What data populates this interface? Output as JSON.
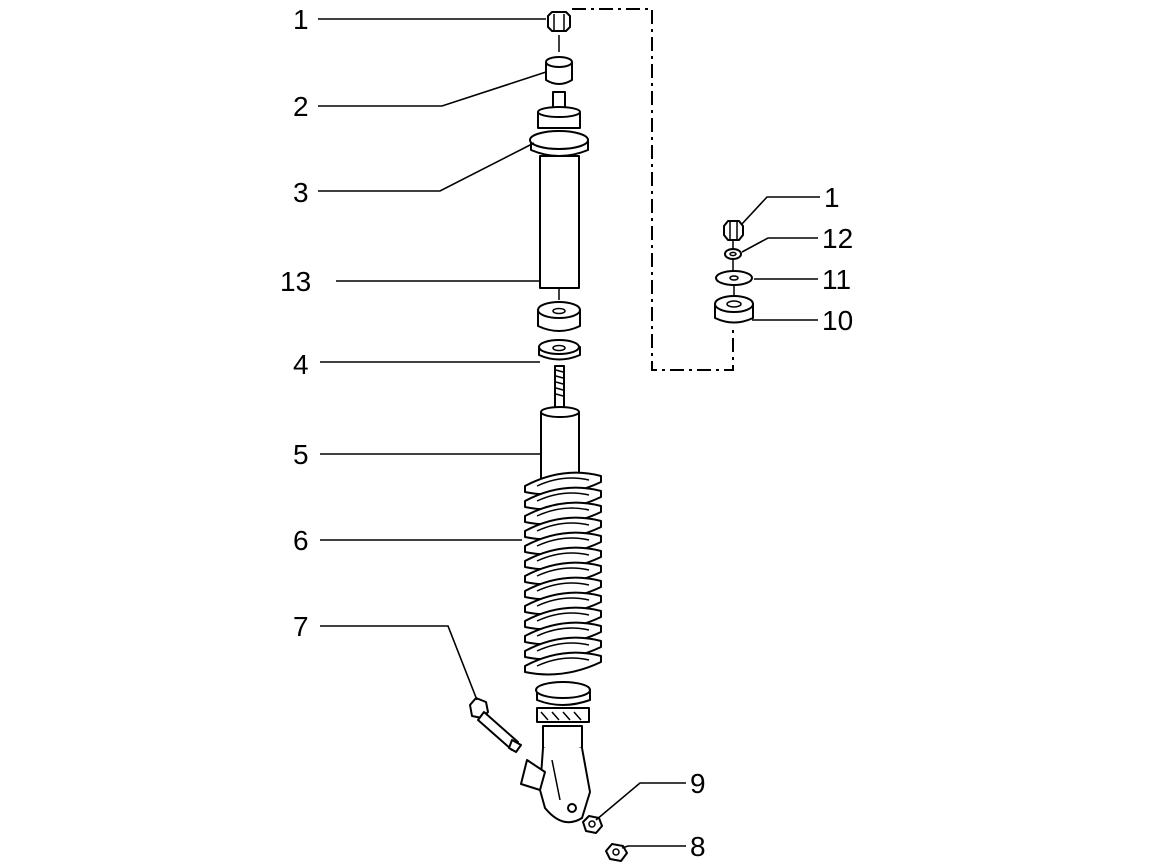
{
  "diagram": {
    "callouts": [
      {
        "id": "c-1-top",
        "label": "1"
      },
      {
        "id": "c-2",
        "label": "2"
      },
      {
        "id": "c-3",
        "label": "3"
      },
      {
        "id": "c-13",
        "label": "13"
      },
      {
        "id": "c-4",
        "label": "4"
      },
      {
        "id": "c-5",
        "label": "5"
      },
      {
        "id": "c-6",
        "label": "6"
      },
      {
        "id": "c-7",
        "label": "7"
      },
      {
        "id": "c-1-right",
        "label": "1"
      },
      {
        "id": "c-12",
        "label": "12"
      },
      {
        "id": "c-11",
        "label": "11"
      },
      {
        "id": "c-10",
        "label": "10"
      },
      {
        "id": "c-9",
        "label": "9"
      },
      {
        "id": "c-8",
        "label": "8"
      }
    ]
  }
}
